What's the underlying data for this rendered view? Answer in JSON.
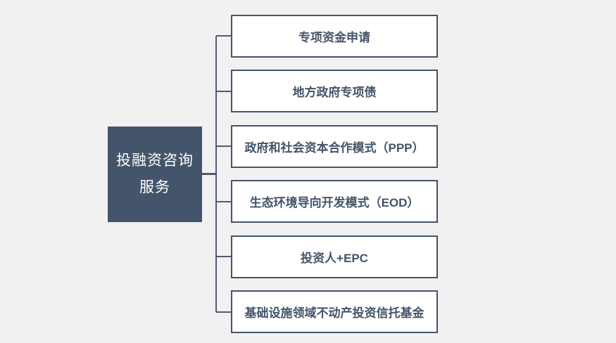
{
  "diagram": {
    "type": "hierarchy",
    "root": {
      "label": "投融资咨询服务",
      "label_lines": [
        "投融资咨询",
        "服务"
      ]
    },
    "branches": [
      {
        "label": "专项资金申请"
      },
      {
        "label": "地方政府专项债"
      },
      {
        "label": "政府和社会资本合作模式（PPP）"
      },
      {
        "label": "生态环境导向开发模式（EOD）"
      },
      {
        "label": "投资人+EPC"
      },
      {
        "label": "基础设施领域不动产投资信托基金"
      }
    ],
    "colors": {
      "background": "#f1f1f2",
      "root_fill": "#44546a",
      "root_text": "#ffffff",
      "branch_fill": "#ffffff",
      "branch_border": "#44546a",
      "branch_text": "#44546a",
      "connector": "#4e5c73"
    }
  }
}
